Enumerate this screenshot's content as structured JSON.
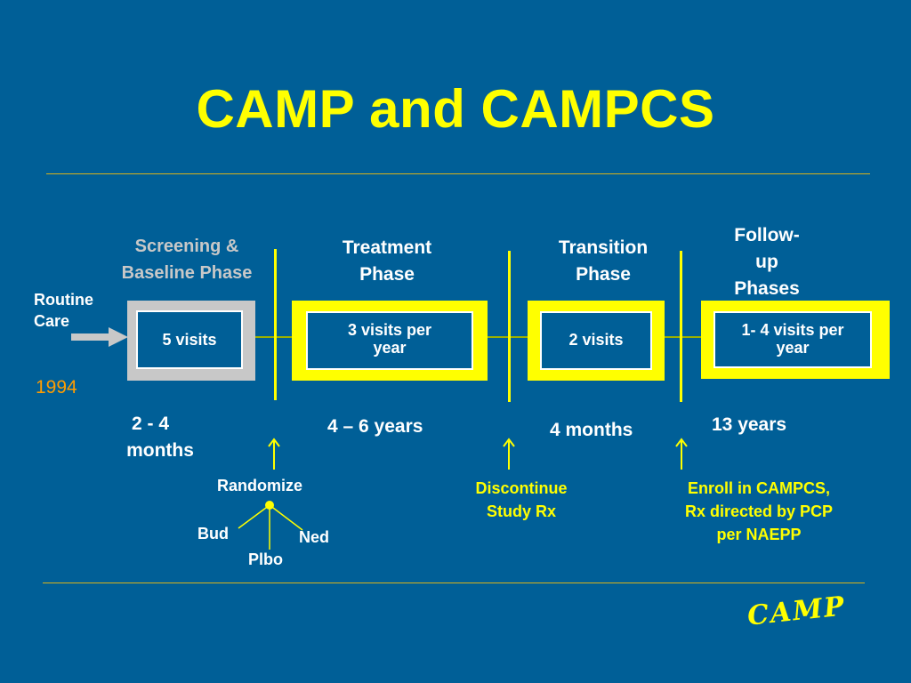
{
  "title": "CAMP and CAMPCS",
  "routine_care": [
    "Routine",
    "Care"
  ],
  "year": "1994",
  "phases": {
    "screening": {
      "heading": [
        "Screening &",
        "Baseline Phase"
      ],
      "visits": "5 visits",
      "duration": [
        "2 - 4",
        "months"
      ]
    },
    "treatment": {
      "heading": [
        "Treatment",
        "Phase"
      ],
      "visits": [
        "3 visits per",
        "year"
      ],
      "duration": "4 – 6 years"
    },
    "transition": {
      "heading": [
        "Transition",
        "Phase"
      ],
      "visits": "2 visits",
      "duration": "4 months"
    },
    "followup": {
      "heading": [
        "Follow-",
        "up",
        "Phases"
      ],
      "visits": [
        "1- 4 visits per",
        "year"
      ],
      "duration": "13 years"
    }
  },
  "events": {
    "randomize": {
      "label": "Randomize",
      "branches": [
        "Bud",
        "Plbo",
        "Ned"
      ]
    },
    "discontinue": {
      "lines": [
        "Discontinue",
        "Study Rx"
      ]
    },
    "enroll": {
      "lines": [
        "Enroll  in CAMPCS,",
        "Rx directed by PCP",
        "per NAEPP"
      ]
    }
  },
  "logo": "CAMP",
  "colors": {
    "background": "#005f97",
    "accent": "#ffff00",
    "rule": "#d9b21a",
    "screening_box": "#c8c8c8",
    "year": "#ff9c00"
  }
}
